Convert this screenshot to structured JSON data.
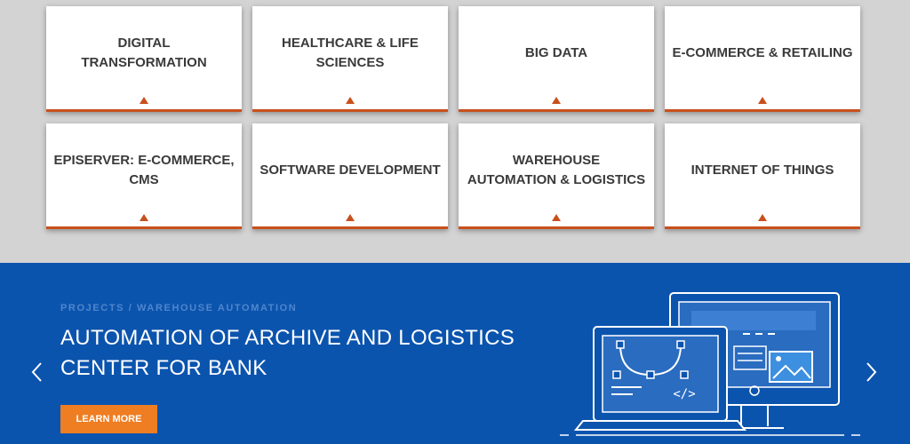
{
  "cards": [
    {
      "label": "DIGITAL\nTRANSFORMATION"
    },
    {
      "label": "HEALTHCARE & LIFE\nSCIENCES"
    },
    {
      "label": "BIG DATA"
    },
    {
      "label": "E-COMMERCE & RETAILING"
    },
    {
      "label": "EPISERVER: E-COMMERCE,\nCMS"
    },
    {
      "label": "SOFTWARE DEVELOPMENT"
    },
    {
      "label": "WAREHOUSE\nAUTOMATION & LOGISTICS"
    },
    {
      "label": "INTERNET OF THINGS"
    }
  ],
  "banner": {
    "breadcrumb": "PROJECTS / WAREHOUSE AUTOMATION",
    "title_line1": "AUTOMATION OF ARCHIVE AND LOGISTICS",
    "title_line2": "CENTER FOR BANK",
    "button_label": "LEARN MORE",
    "code_symbol": "</>",
    "prev_icon": "chevron-left-icon",
    "next_icon": "chevron-right-icon"
  },
  "colors": {
    "accent": "#c8501c",
    "banner_bg": "#0b54ae",
    "button": "#ef7d22",
    "page_bg": "#d3d3d3"
  }
}
